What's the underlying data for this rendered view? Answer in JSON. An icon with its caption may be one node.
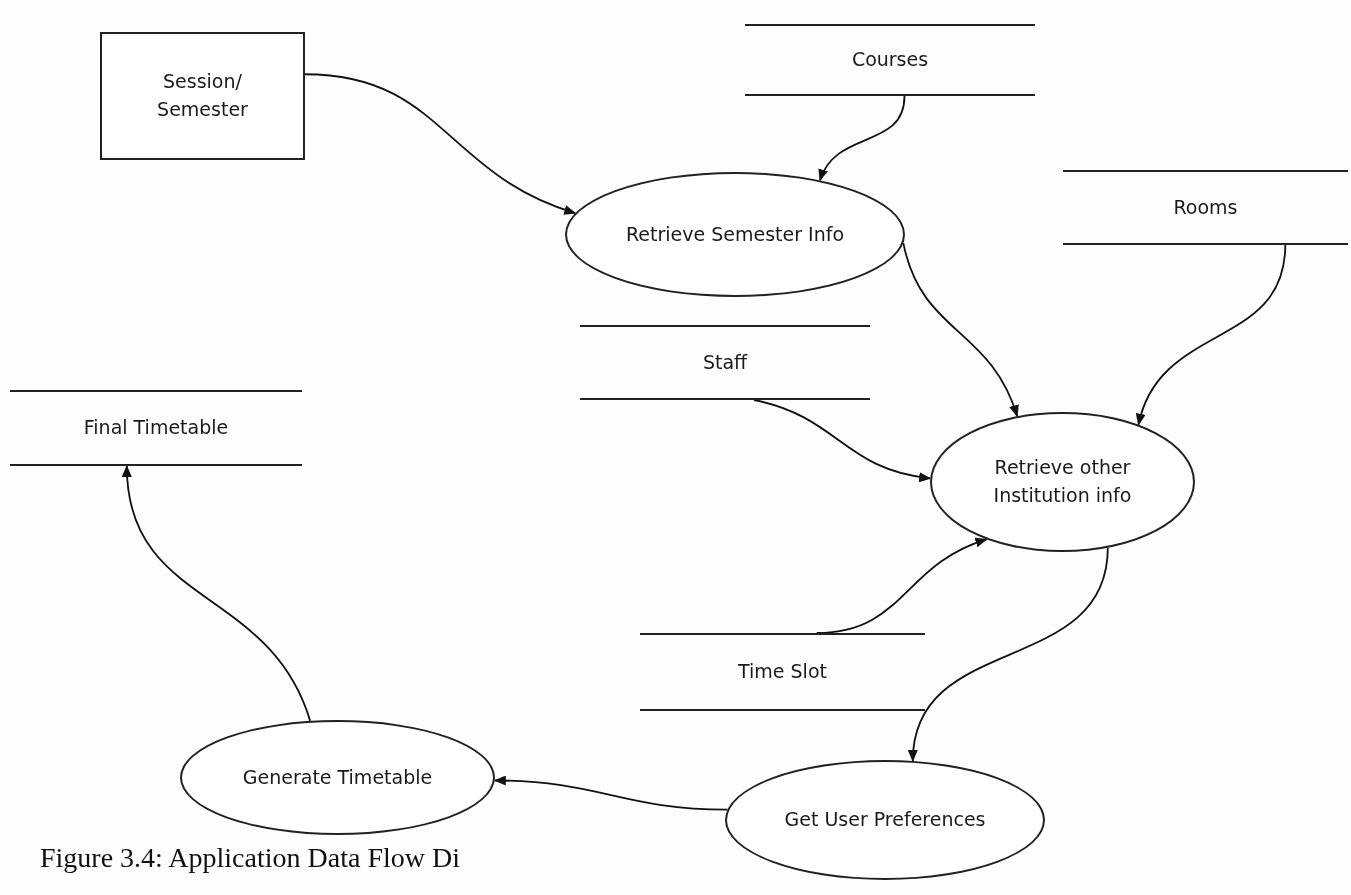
{
  "diagram": {
    "caption": "Figure 3.4: Application Data Flow Di",
    "nodes": [
      {
        "text": [
          "Session/ Semester"
        ]
      },
      {
        "text": [
          "Courses"
        ]
      },
      {
        "text": [
          "Retrieve Semester Info"
        ]
      },
      {
        "text": [
          "Rooms"
        ]
      },
      {
        "text": [
          "Staff"
        ]
      },
      {
        "text": [
          "Final Timetable"
        ]
      },
      {
        "text": [
          "Retrieve other Institution info"
        ]
      },
      {
        "text": [
          "Time Slot"
        ]
      },
      {
        "text": [
          "Generate Timetable"
        ]
      },
      {
        "text": [
          "Get User Preferences"
        ]
      }
    ],
    "edges": [
      {
        "from": 0,
        "to": 2,
        "arrow": "to"
      },
      {
        "from": 1,
        "to": 2,
        "arrow": "to"
      },
      {
        "from": 2,
        "to": 6,
        "arrow": "to"
      },
      {
        "from": 3,
        "to": 6,
        "arrow": "to"
      },
      {
        "from": 4,
        "to": 6,
        "arrow": "to"
      },
      {
        "from": 7,
        "to": 6,
        "arrow": "to"
      },
      {
        "from": 6,
        "to": 9,
        "arrow": "to"
      },
      {
        "from": 9,
        "to": 8,
        "arrow": "to"
      },
      {
        "from": 8,
        "to": 5,
        "arrow": "to"
      }
    ]
  }
}
